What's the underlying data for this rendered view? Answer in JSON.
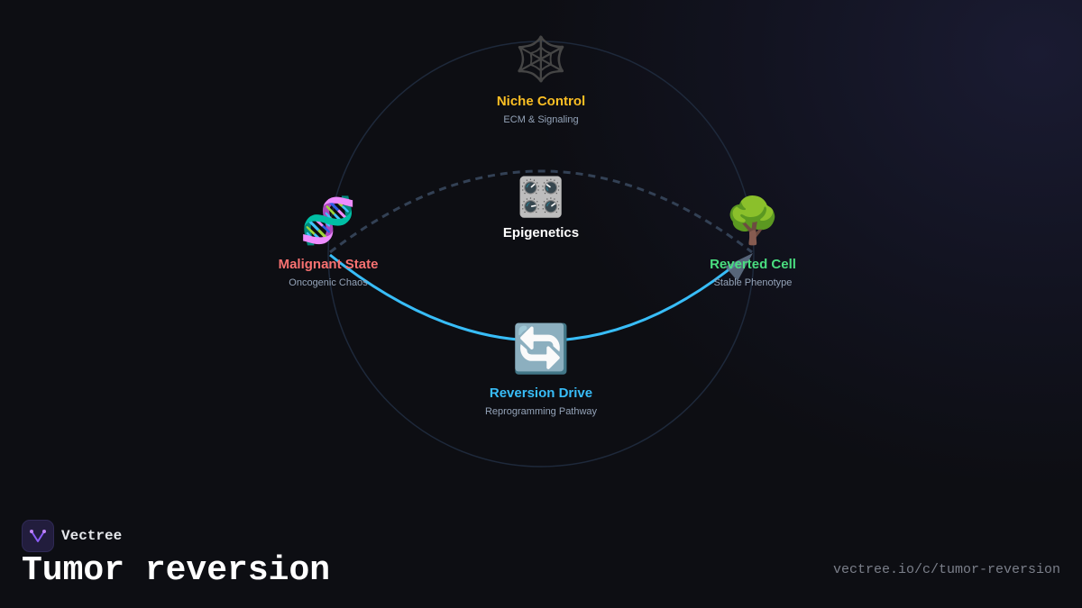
{
  "diagram": {
    "nodes": {
      "niche": {
        "icon": "🕸️",
        "icon_name": "spider-web-icon",
        "title": "Niche Control",
        "subtitle": "ECM & Signaling",
        "color": "#fbbf24"
      },
      "epigenetics": {
        "icon": "🎛️",
        "icon_name": "control-knobs-icon",
        "title": "Epigenetics",
        "color": "#ffffff"
      },
      "malignant": {
        "icon": "🧬",
        "icon_name": "dna-icon",
        "title": "Malignant State",
        "subtitle": "Oncogenic Chaos",
        "color": "#f87171"
      },
      "reverted": {
        "icon": "🌳",
        "icon_name": "tree-icon",
        "title": "Reverted Cell",
        "subtitle": "Stable Phenotype",
        "color": "#4ade80"
      },
      "reversion": {
        "icon": "🔄",
        "icon_name": "counterclockwise-arrows-icon",
        "title": "Reversion Drive",
        "subtitle": "Reprogramming Pathway",
        "color": "#38bdf8"
      }
    },
    "colors": {
      "circle": "#1e293b",
      "dashed_arc": "#334155",
      "solid_arc": "#38bdf8",
      "arrowhead": "#64748b"
    }
  },
  "footer": {
    "brand": "Vectree",
    "title": "Tumor reversion",
    "url": "vectree.io/c/tumor-reversion"
  }
}
